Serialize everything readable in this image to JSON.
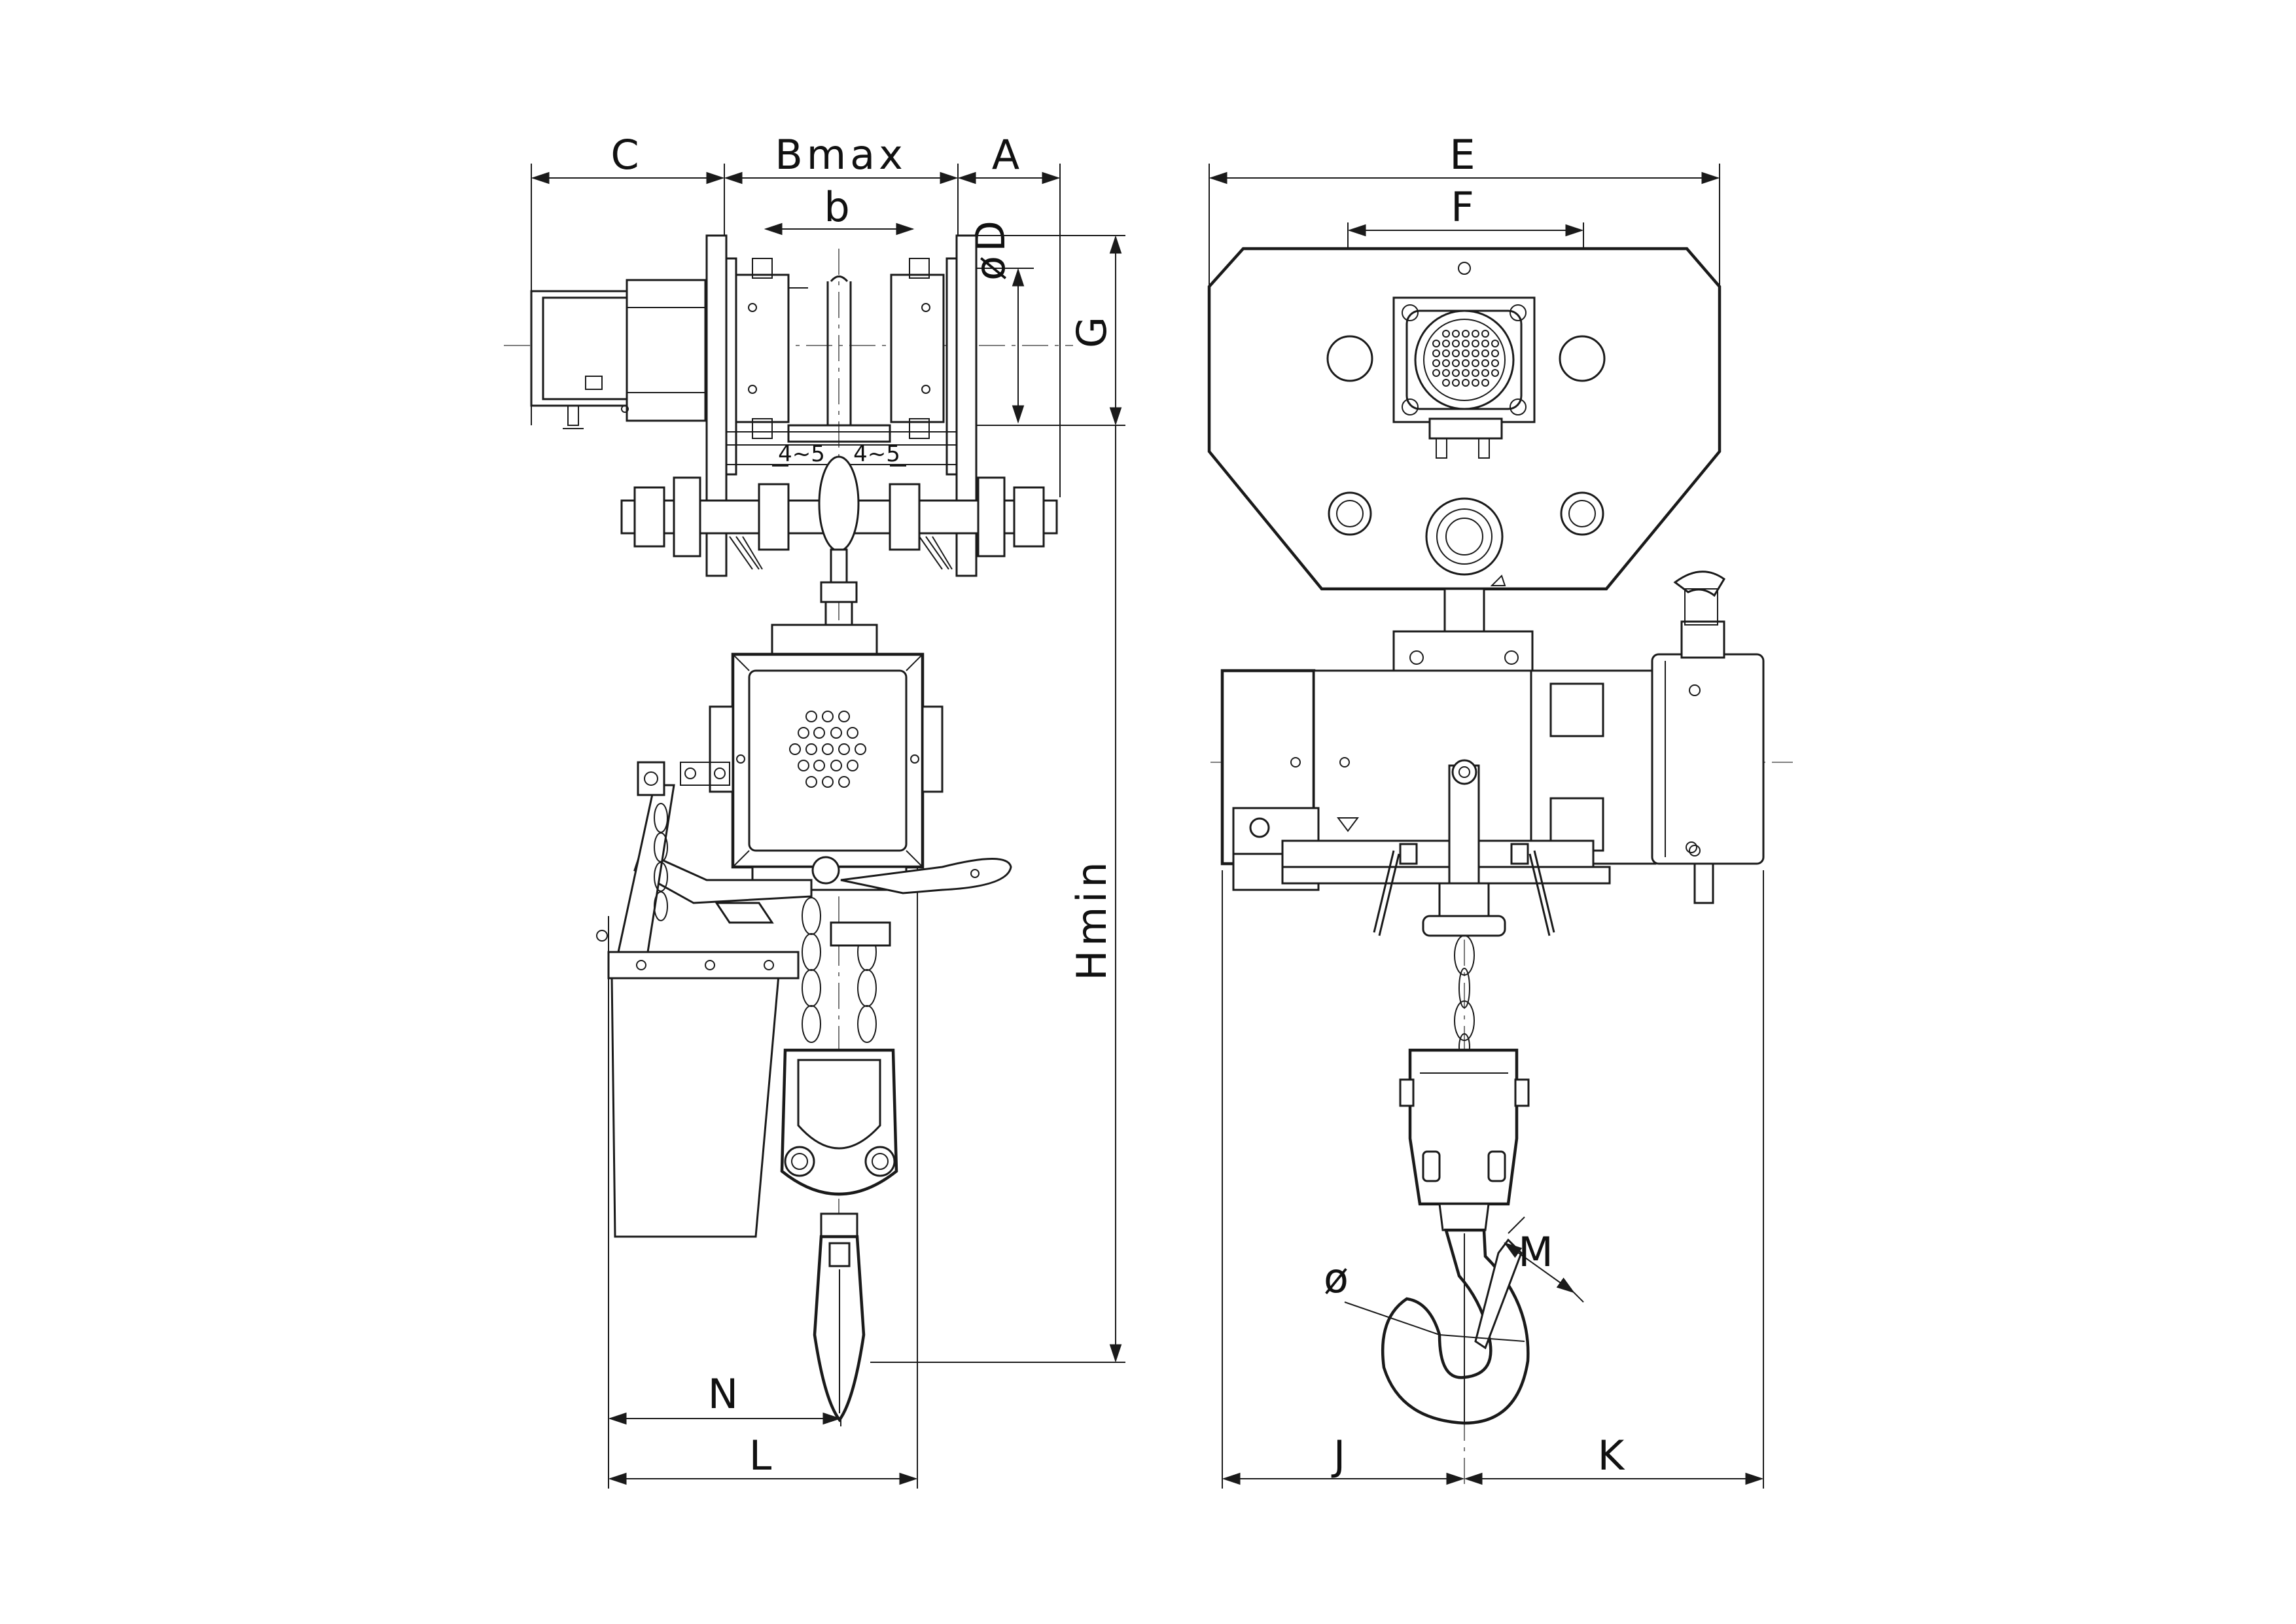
{
  "dimensions": {
    "left_view": {
      "C": "C",
      "Bmax": "Bmax",
      "A": "A",
      "b": "b",
      "phiD": "øD",
      "G": "G",
      "Hmin": "Hmin",
      "N": "N",
      "L": "L",
      "gap_left": "4~5",
      "gap_right": "4~5"
    },
    "right_view": {
      "E": "E",
      "F": "F",
      "phi": "ø",
      "M": "M",
      "J": "J",
      "K": "K"
    }
  }
}
